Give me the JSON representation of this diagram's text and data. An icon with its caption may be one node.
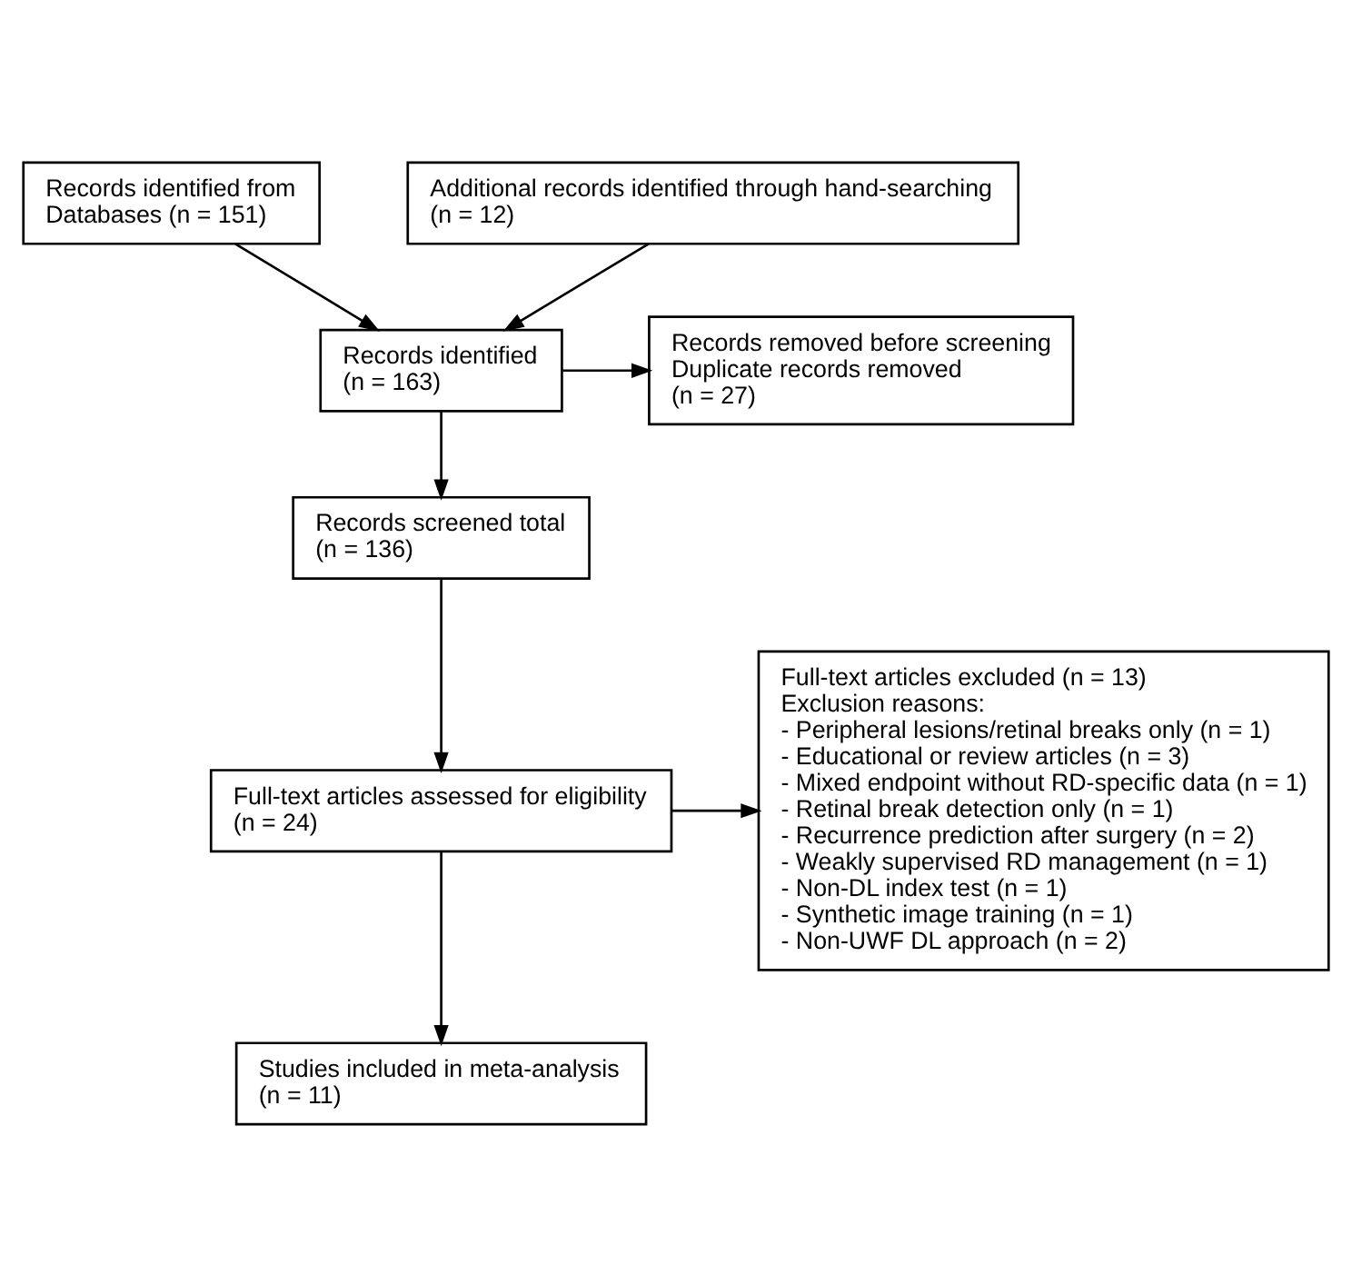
{
  "diagram": {
    "nodes": [
      {
        "text": [
          "Records identified from",
          "Databases (n = 151)"
        ]
      },
      {
        "text": [
          "Additional records identified through hand-searching",
          "(n = 12)"
        ]
      },
      {
        "text": [
          "Records identified",
          "(n = 163)"
        ]
      },
      {
        "text": [
          "Records removed before screening",
          "Duplicate records removed",
          "(n = 27)"
        ]
      },
      {
        "text": [
          "Records screened total",
          "(n = 136)"
        ]
      },
      {
        "text": [
          "Full-text articles assessed for eligibility",
          "(n = 24)"
        ]
      },
      {
        "text": [
          "Full-text articles excluded (n = 13)",
          "Exclusion reasons:",
          "- Peripheral lesions/retinal breaks only (n = 1)",
          "- Educational or review articles (n = 3)",
          "- Mixed endpoint without RD-specific data (n = 1)",
          "- Retinal break detection only (n = 1)",
          "- Recurrence prediction after surgery (n = 2)",
          "- Weakly supervised RD management (n = 1)",
          "- Non-DL index test (n = 1)",
          "- Synthetic image training (n = 1)",
          "- Non-UWF DL approach (n = 2)"
        ]
      },
      {
        "text": [
          "Studies included in meta-analysis",
          "(n = 11)"
        ]
      }
    ],
    "edges": [
      {
        "from": 0,
        "to": 2,
        "arrow": "to"
      },
      {
        "from": 1,
        "to": 2,
        "arrow": "to"
      },
      {
        "from": 2,
        "to": 3,
        "arrow": "to"
      },
      {
        "from": 2,
        "to": 4,
        "arrow": "to"
      },
      {
        "from": 4,
        "to": 5,
        "arrow": "to"
      },
      {
        "from": 5,
        "to": 6,
        "arrow": "to"
      },
      {
        "from": 5,
        "to": 7,
        "arrow": "to"
      }
    ]
  }
}
